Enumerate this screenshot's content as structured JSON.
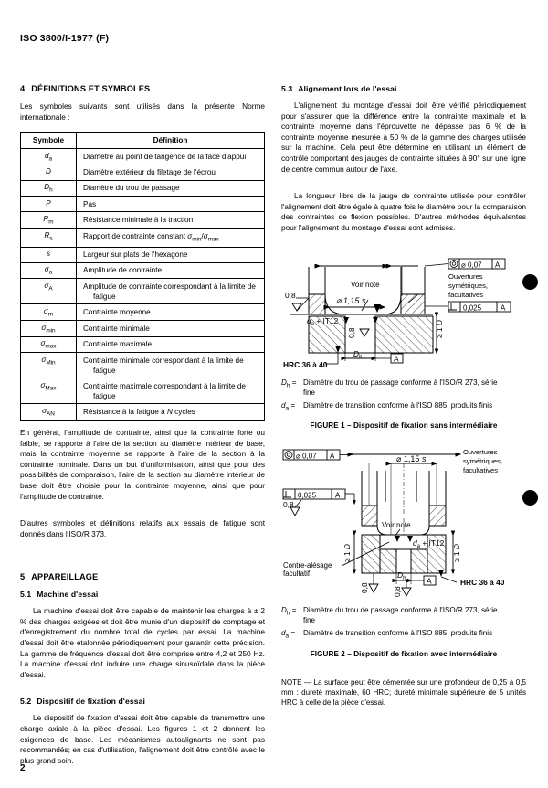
{
  "header": {
    "doc_id": "ISO 3800/I-1977 (F)"
  },
  "page_number": "2",
  "left_column": {
    "section4": {
      "number": "4",
      "title": "DÉFINITIONS ET SYMBOLES",
      "intro": "Les symboles suivants sont utilisés dans la présente Norme internationale :",
      "table": {
        "headers": [
          "Symbole",
          "Définition"
        ],
        "rows": [
          {
            "symbol": "d",
            "sub": "a",
            "sub_style": "lower",
            "definition": "Diamètre au point de tangence de la face d'appui",
            "definition_cont": ""
          },
          {
            "symbol": "D",
            "sub": "",
            "sub_style": "lower",
            "definition": "Diamètre extérieur du filetage de l'écrou",
            "definition_cont": ""
          },
          {
            "symbol": "D",
            "sub": "h",
            "sub_style": "lower",
            "definition": "Diamètre du trou de passage",
            "definition_cont": ""
          },
          {
            "symbol": "P",
            "sub": "",
            "sub_style": "lower",
            "definition": "Pas",
            "definition_cont": ""
          },
          {
            "symbol": "R",
            "sub": "m",
            "sub_style": "lower",
            "definition": "Résistance minimale à la traction",
            "definition_cont": ""
          },
          {
            "symbol": "R",
            "sub": "s",
            "sub_style": "lower",
            "definition": "Rapport de contrainte constant σmin/σmax",
            "definition_cont": ""
          },
          {
            "symbol": "s",
            "sub": "",
            "sub_style": "lower",
            "definition": "Largeur sur plats de l'hexagone",
            "definition_cont": ""
          },
          {
            "symbol": "σ",
            "sub": "a",
            "sub_style": "lower",
            "definition": "Amplitude de contrainte",
            "definition_cont": ""
          },
          {
            "symbol": "σ",
            "sub": "A",
            "sub_style": "upper",
            "definition": "Amplitude de contrainte correspondant à la limite de",
            "definition_cont": "fatigue"
          },
          {
            "symbol": "σ",
            "sub": "m",
            "sub_style": "lower",
            "definition": "Contrainte moyenne",
            "definition_cont": ""
          },
          {
            "symbol": "σ",
            "sub": "min",
            "sub_style": "lower",
            "definition": "Contrainte minimale",
            "definition_cont": ""
          },
          {
            "symbol": "σ",
            "sub": "max",
            "sub_style": "lower",
            "definition": "Contrainte maximale",
            "definition_cont": ""
          },
          {
            "symbol": "σ",
            "sub": "Min",
            "sub_style": "upper",
            "definition": "Contrainte minimale correspondant à la limite de",
            "definition_cont": "fatigue"
          },
          {
            "symbol": "σ",
            "sub": "Max",
            "sub_style": "upper",
            "definition": "Contrainte maximale correspondant à la limite de",
            "definition_cont": "fatigue"
          },
          {
            "symbol": "σ",
            "sub": "AN",
            "sub_style": "upper",
            "definition": "Résistance à la fatigue à N cycles",
            "definition_cont": ""
          }
        ]
      },
      "para1": "En général, l'amplitude de contrainte, ainsi que la contrainte forte ou faible, se rapporte à l'aire de la section au diamètre intérieur de base, mais la contrainte moyenne se rapporte à l'aire de la section à la contrainte nominale. Dans un but d'uniformisation, ainsi que pour des possibilités de comparaison, l'aire de la section au diamètre intérieur de base doit être choisie pour la contrainte moyenne, ainsi que pour l'amplitude de contrainte.",
      "para2": "D'autres symboles et définitions relatifs aux essais de fatigue sont donnés dans l'ISO/R 373."
    },
    "section5": {
      "number": "5",
      "title": "APPAREILLAGE",
      "sub51": {
        "number": "5.1",
        "title": "Machine d'essai",
        "para": "La machine d'essai doit être capable de maintenir les charges à ± 2 % des charges exigées et doit être munie d'un dispositif de comptage et d'enregistrement du nombre total de cycles par essai. La machine d'essai doit être étalonnée périodiquement pour garantir cette précision. La gamme de fréquence d'essai doit être comprise entre 4,2 et 250 Hz. La machine d'essai doit induire une charge sinusoïdale dans la pièce d'essai."
      },
      "sub52": {
        "number": "5.2",
        "title": "Dispositif de fixation d'essai",
        "para": "Le dispositif de fixation d'essai doit être capable de transmettre une charge axiale à la pièce d'essai. Les figures 1 et 2 donnent les exigences de base. Les mécanismes autoalignants ne sont pas recommandés; en cas d'utilisation, l'alignement doit être contrôlé avec le plus grand soin."
      }
    }
  },
  "right_column": {
    "sub53": {
      "number": "5.3",
      "title": "Alignement lors de l'essai",
      "para1": "L'alignement du montage d'essai doit être vérifié périodiquement pour s'assurer que la différence entre la contrainte maximale et la contrainte moyenne dans l'éprouvette ne dépasse pas 6 % de la contrainte moyenne mesurée à 50 % de la gamme des charges utilisée sur la machine. Cela peut être déterminé en utilisant un élément de contrôle comportant des jauges de contrainte situées à 90° sur une ligne de centre commun autour de l'axe.",
      "para2": "La longueur libre de la jauge de contrainte utilisée pour contrôler l'alignement doit être égale à quatre fois le diamètre pour la comparaison des contraintes de flexion possibles. D'autres méthodes équivalentes pour l'alignement du montage d'essai sont admises."
    },
    "figure1": {
      "caption": "FIGURE 1 – Dispositif de fixation sans intermédiaire",
      "annotations": {
        "gdt_position": "⌖ ⌀ 0,07 A",
        "gdt_position_sym": "◎",
        "gdt_position_val": "⌀ 0,07",
        "gdt_position_datum": "A",
        "gdt_perp_sym": "⊥",
        "gdt_perp_val": "0,025",
        "gdt_perp_datum": "A",
        "openings": "Ouvertures symétriques, facultatives",
        "openings_l1": "Ouvertures",
        "openings_l2": "symétriques,",
        "openings_l3": "facultatives",
        "see_note": "Voir note",
        "phi_115s": "⌀ 1,15 s",
        "roughness": "0,8",
        "da_it12": "dₐ + IT12",
        "dh": "Dₕ",
        "datum_a": "A",
        "hrc": "HRC 36 à 40",
        "ge_1d": "≥ 1 D"
      },
      "legend": [
        {
          "symbol": "D",
          "sub": "h",
          "text": "Diamètre du trou de passage conforme à l'ISO/R 273, série",
          "cont": "fine"
        },
        {
          "symbol": "d",
          "sub": "a",
          "text": "Diamètre de transition conforme à l'ISO 885, produits finis",
          "cont": ""
        }
      ]
    },
    "figure2": {
      "caption": "FIGURE 2 – Dispositif de fixation avec intermédiaire",
      "annotations": {
        "gdt_position_sym": "◎",
        "gdt_position_val": "⌀ 0,07",
        "gdt_position_datum": "A",
        "gdt_perp_sym": "⊥",
        "gdt_perp_val": "0,025",
        "gdt_perp_datum": "A",
        "openings_l1": "Ouvertures",
        "openings_l2": "symétriques,",
        "openings_l3": "facultatives",
        "see_note": "Voir note",
        "phi_115s": "⌀ 1,15 s",
        "roughness": "0,8",
        "da_it12": "dₐ + IT12",
        "dh": "Dₕ",
        "datum_a": "A",
        "hrc": "HRC 36 à 40",
        "ge_1d": "≥ 1 D",
        "counterbore_l1": "Contre-alésage",
        "counterbore_l2": "facultatif"
      },
      "legend": [
        {
          "symbol": "D",
          "sub": "h",
          "text": "Diamètre du trou de passage conforme à l'ISO/R 273, série",
          "cont": "fine"
        },
        {
          "symbol": "d",
          "sub": "a",
          "text": "Diamètre de transition conforme à l'ISO 885, produits finis",
          "cont": ""
        }
      ]
    },
    "note": "NOTE — La surface peut être cémentée sur une profondeur de 0,25 à 0,5 mm : dureté maximale, 60 HRC; dureté minimale supérieure de 5 unités HRC à celle de la pièce d'essai."
  }
}
